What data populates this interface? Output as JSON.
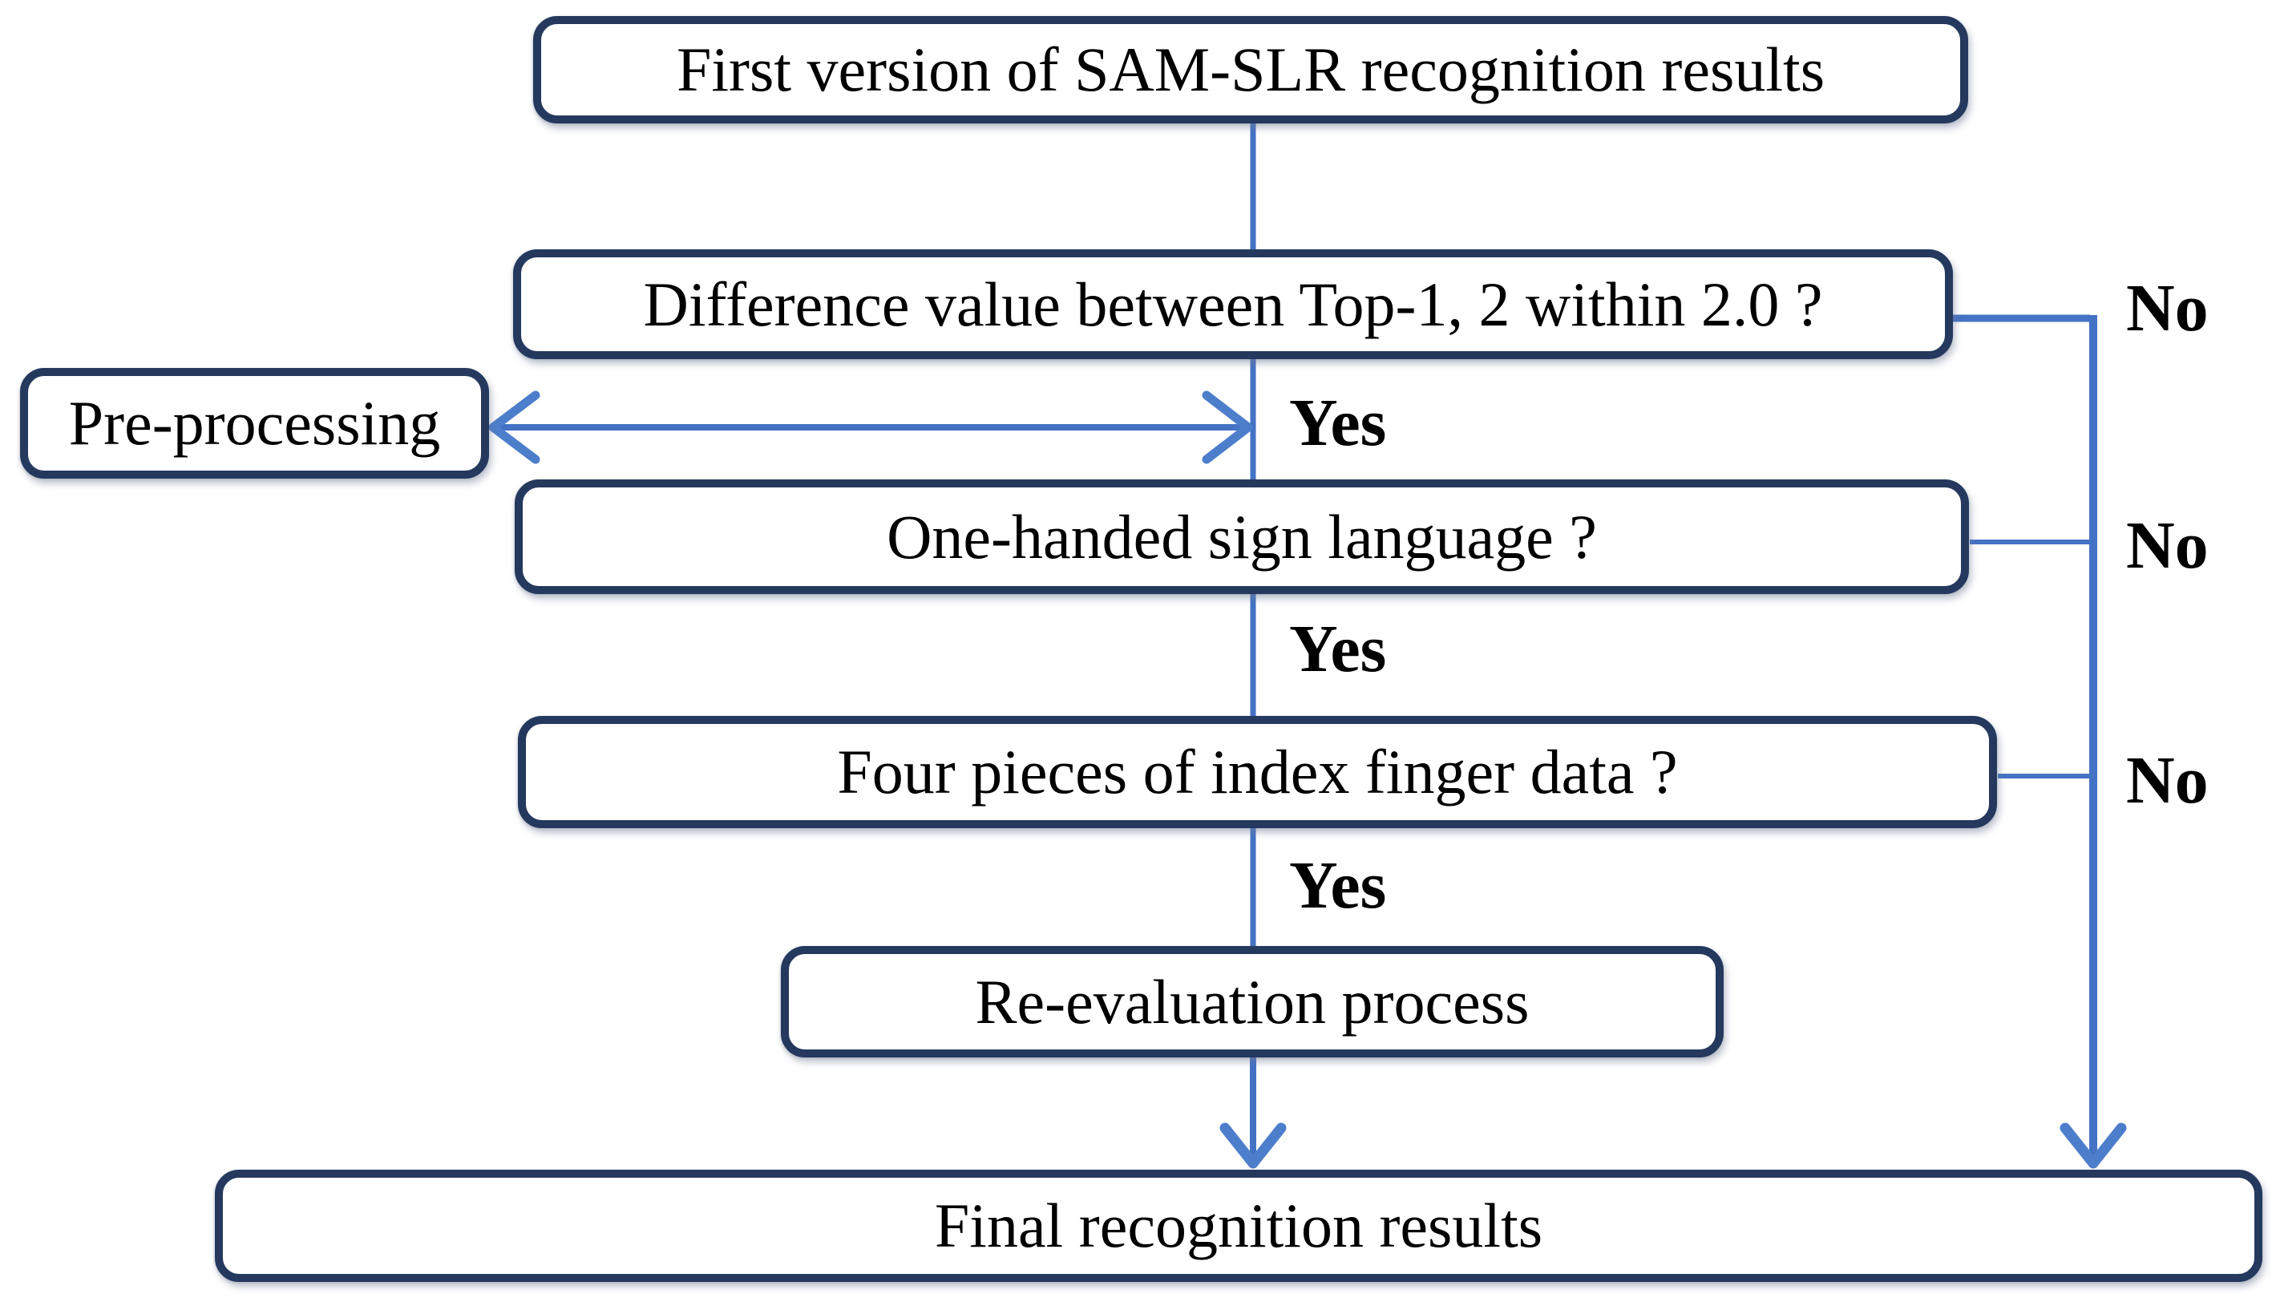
{
  "diagram": {
    "nodes": {
      "first_version": "First version of SAM-SLR recognition results",
      "difference_check": "Difference value between Top-1, 2 within 2.0 ?",
      "pre_processing": "Pre-processing",
      "one_handed_check": "One-handed sign language ?",
      "four_pieces_check": "Four pieces of index finger data ?",
      "re_evaluation": "Re-evaluation process",
      "final_results": "Final recognition results"
    },
    "branch_labels": {
      "yes": [
        "Yes",
        "Yes",
        "Yes"
      ],
      "no": [
        "No",
        "No",
        "No"
      ]
    },
    "colors": {
      "node_border": "#25395e",
      "connector_line": "#4472c4",
      "arrowhead": "#4d7ecb",
      "label_text": "#000000",
      "background": "#ffffff"
    }
  }
}
